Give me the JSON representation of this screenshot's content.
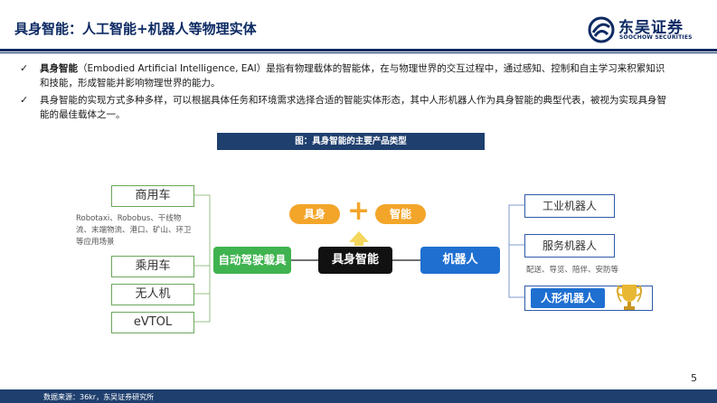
{
  "header": {
    "title": "具身智能：人工智能+机器人等物理实体",
    "logo_cn": "东吴证券",
    "logo_en": "SOOCHOW SECURITIES"
  },
  "bullets": [
    {
      "check": "✓",
      "bold_lead": "具身智能",
      "text": "（Embodied Artificial Intelligence, EAI）是指有物理载体的智能体，在与物理世界的交互过程中，通过感知、控制和自主学习来积累知识和技能，形成智能并影响物理世界的能力。"
    },
    {
      "check": "✓",
      "text": "具身智能的实现方式多种多样，可以根据具体任务和环境需求选择合适的智能实体形态，其中人形机器人作为具身智能的典型代表，被视为实现具身智能的最佳载体之一。"
    }
  ],
  "figure": {
    "title": "图：具身智能的主要产品类型",
    "left_items": [
      "商用车",
      "乘用车",
      "无人机",
      "eVTOL"
    ],
    "left_note": "Robotaxi、Robobus、干线物流、末端物流、港口、矿山、环卫等应用场景",
    "center_left": "自动驾驶载具",
    "center": "具身智能",
    "center_right": "机器人",
    "top_pill_left": "具身",
    "top_pill_plus": "+",
    "top_pill_right": "智能",
    "right_items": [
      "工业机器人",
      "服务机器人",
      "人形机器人"
    ],
    "right_note": "配送、导览、陪伴、安防等"
  },
  "colors": {
    "navy": "#0d2a63",
    "green": "#3fb34f",
    "blue": "#1f6fd1",
    "orange": "#f3a52a",
    "black_node": "#111111"
  },
  "footer": {
    "source": "数据来源：36kr，东吴证券研究所",
    "page": "5"
  }
}
